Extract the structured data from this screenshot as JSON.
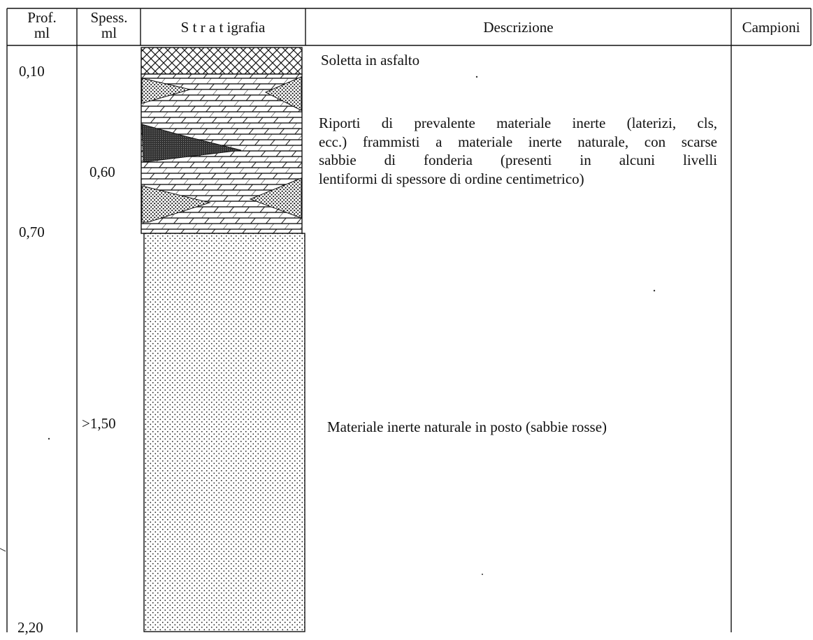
{
  "table": {
    "headers": {
      "prof_line1": "Prof.",
      "prof_line2": "ml",
      "spess_line1": "Spess.",
      "spess_line2": "ml",
      "stratigrafia": "S t r a t igrafia",
      "descrizione": "Descrizione",
      "campioni": "Campioni"
    },
    "depths": [
      "0,10",
      "0,70",
      "2,20"
    ],
    "thicknesses": [
      "0,60",
      ">1,50"
    ],
    "layers": [
      {
        "description": "Soletta in asfalto"
      },
      {
        "description_lines": [
          "Riporti di prevalente materiale inerte (laterizi, cls,",
          "ecc.) frammisti a materiale inerte naturale, con scarse",
          "sabbie di  fonderia (presenti in alcuni livelli",
          "lentiformi di spessore di ordine centimetrico)"
        ]
      },
      {
        "description": "Materiale inerte naturale in posto (sabbie rosse)"
      }
    ]
  }
}
